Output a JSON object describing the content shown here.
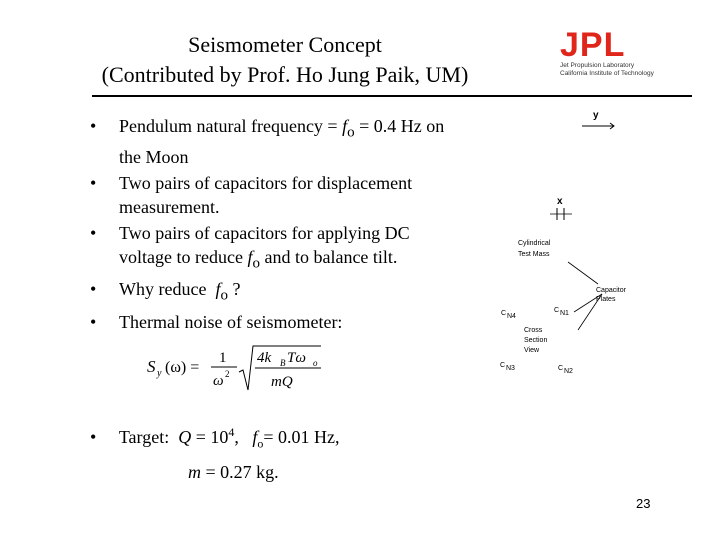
{
  "title": {
    "line1": "Seismometer Concept",
    "line2": "(Contributed by Prof. Ho Jung Paik, UM)"
  },
  "logo": {
    "letters": "JPL",
    "line1": "Jet Propulsion Laboratory",
    "line2": "California Institute of Technology",
    "color": "#e0251b"
  },
  "bullets": [
    {
      "pre": "Pendulum natural frequency = ",
      "var": "f",
      "sub": "o",
      "post": " = 0.4 Hz on the Moon"
    },
    {
      "pre": "Two pairs of capacitors for displacement measurement.",
      "var": "",
      "sub": "",
      "post": ""
    },
    {
      "pre": "Two pairs of capacitors for applying DC voltage to reduce ",
      "var": "f",
      "sub": "o",
      "post": " and to balance tilt."
    },
    {
      "pre": "Why reduce  ",
      "var": "f",
      "sub": "o",
      "post": " ?"
    },
    {
      "pre": "Thermal noise of seismometer:",
      "var": "",
      "sub": "",
      "post": ""
    }
  ],
  "formula": {
    "lhs": "S",
    "lhs_sub": "y",
    "lhs_arg": "(ω) =",
    "num": "1",
    "den": "ω",
    "den_sup": "2",
    "rad_num_pre": "4k",
    "rad_num_sub": "B",
    "rad_num_post": "Tω",
    "rad_num_sub2": "o",
    "rad_den": "mQ"
  },
  "target": {
    "label": "Target:",
    "q_var": "Q",
    "q_eq": " = 10",
    "q_exp": "4",
    "sep": ",   ",
    "f_var": "f",
    "f_sub": "o",
    "f_eq": "= 0.01 Hz,",
    "m_var": "m",
    "m_eq": " = 0.27 kg."
  },
  "diagram": {
    "y_label": "y",
    "x_label": "x",
    "mass_line1": "Cylindrical",
    "mass_line2": "Test Mass",
    "plates_line1": "Capacitor",
    "plates_line2": "Plates",
    "c4": "C",
    "c4_sub": "N4",
    "c1": "C",
    "c1_sub": "N1",
    "c3": "C",
    "c3_sub": "N3",
    "c2": "C",
    "c2_sub": "N2",
    "cross_line1": "Cross",
    "cross_line2": "Section",
    "cross_line3": "View"
  },
  "page_number": "23"
}
